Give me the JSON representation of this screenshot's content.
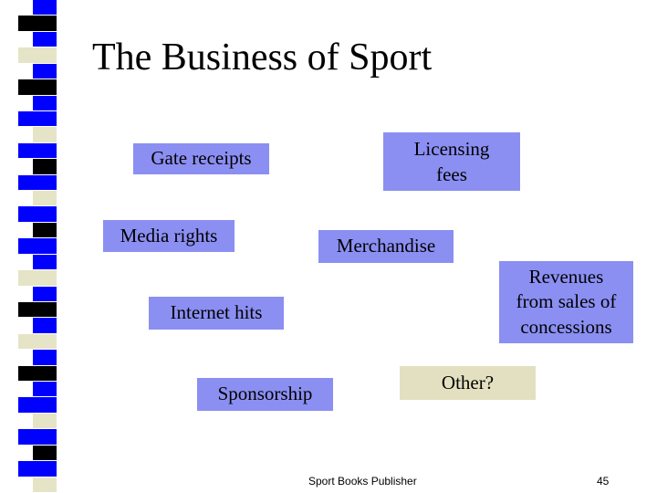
{
  "slide": {
    "title": "The Business of Sport",
    "boxes": [
      {
        "id": "gate",
        "label": "Gate receipts"
      },
      {
        "id": "licensing",
        "label": "Licensing\nfees"
      },
      {
        "id": "media",
        "label": "Media rights"
      },
      {
        "id": "merch",
        "label": "Merchandise"
      },
      {
        "id": "concessions",
        "label": "Revenues\nfrom sales of\nconcessions"
      },
      {
        "id": "internet",
        "label": "Internet hits"
      },
      {
        "id": "sponsorship",
        "label": "Sponsorship"
      },
      {
        "id": "other",
        "label": "Other?"
      }
    ],
    "footer_left": "Sport Books Publisher",
    "page_number": "45"
  },
  "colors": {
    "blue_box": "#8b8ff2",
    "beige_box": "#e2e0c0",
    "strip_blue": "#0000ff",
    "strip_black": "#000000",
    "strip_beige": "#e6e4c6"
  }
}
